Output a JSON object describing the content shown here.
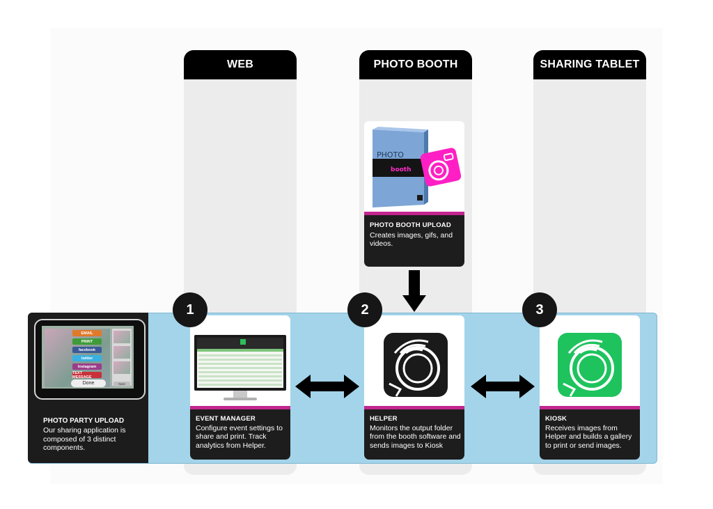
{
  "columns": [
    {
      "title": "WEB"
    },
    {
      "title": "PHOTO BOOTH"
    },
    {
      "title": "SHARING TABLET"
    }
  ],
  "intro": {
    "title": "PHOTO PARTY UPLOAD",
    "description": "Our sharing application is composed of 3 distinct components.",
    "tablet_buttons": [
      {
        "label": "EMAIL",
        "color": "#e07a2a"
      },
      {
        "label": "PRINT",
        "color": "#3f9b3a"
      },
      {
        "label": "facebook",
        "color": "#3b5998"
      },
      {
        "label": "twitter",
        "color": "#3ab0e2"
      },
      {
        "label": "Instagram",
        "color": "#9b3d8a"
      },
      {
        "label": "TEXT MESSAGE",
        "color": "#c8313a"
      }
    ],
    "tablet_done": "Done",
    "tablet_next": "Next"
  },
  "booth_upload": {
    "title": "PHOTO BOOTH UPLOAD",
    "description": "Creates images, gifs, and videos.",
    "box_text": "PHOTO"
  },
  "steps": [
    {
      "number": "1",
      "title": "EVENT MANAGER",
      "description": "Configure event settings to share and print. Track analytics from Helper."
    },
    {
      "number": "2",
      "title": "HELPER",
      "description": "Monitors the output folder from the booth software and sends images to Kiosk"
    },
    {
      "number": "3",
      "title": "KIOSK",
      "description": "Receives images from Helper and builds a gallery to print or send images."
    }
  ],
  "colors": {
    "accent": "#c3268f",
    "band": "#a3d4ea",
    "kiosk_green": "#1ec35d",
    "booth_pink": "#ff1fc4"
  },
  "icons": {
    "flow_down": "arrow-down-icon",
    "bidirectional": "double-arrow-icon"
  }
}
